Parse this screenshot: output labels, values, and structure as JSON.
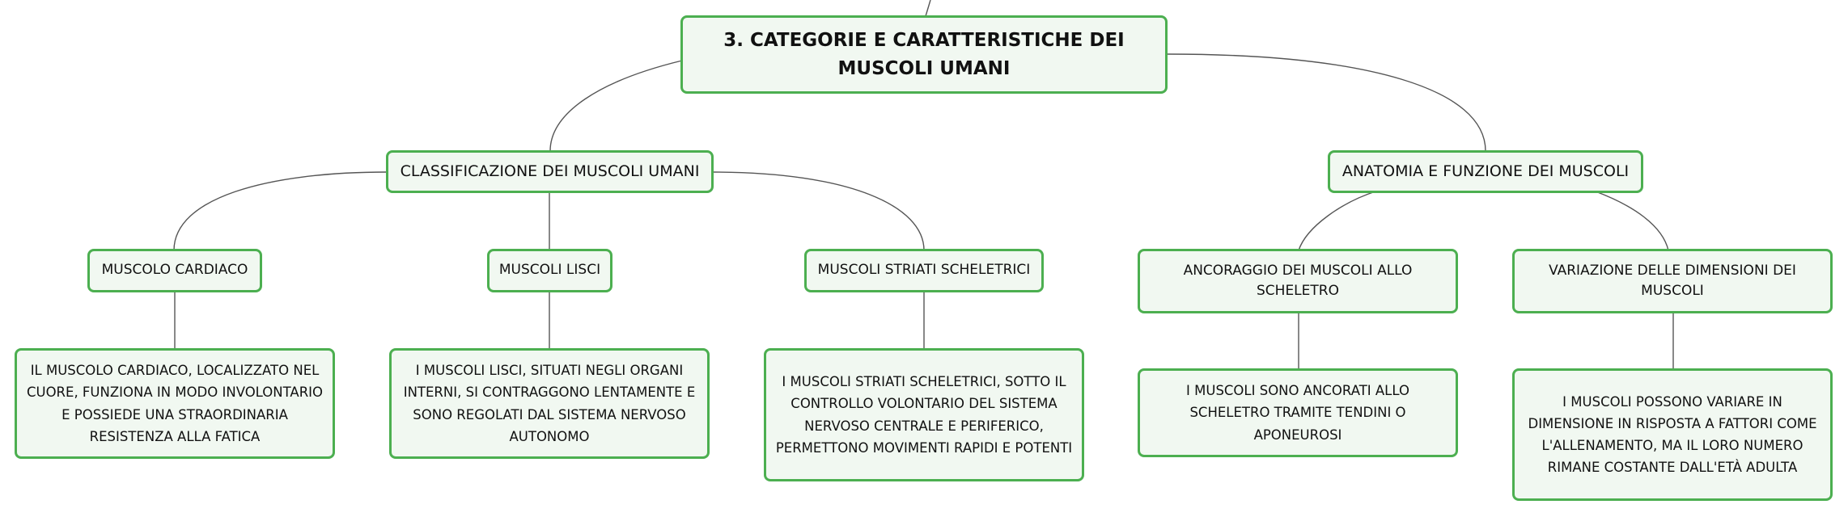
{
  "diagram": {
    "root": {
      "id": "root",
      "text": "3. CATEGORIE E CARATTERISTICHE DEI MUSCOLI UMANI"
    },
    "groups": [
      {
        "id": "classificazione",
        "text": "CLASSIFICAZIONE DEI MUSCOLI UMANI",
        "items": [
          {
            "id": "cardiaco",
            "text": "MUSCOLO CARDIACO",
            "detail": "IL MUSCOLO CARDIACO, LOCALIZZATO NEL CUORE, FUNZIONA IN MODO INVOLONTARIO E POSSIEDE UNA STRAORDINARIA RESISTENZA ALLA FATICA"
          },
          {
            "id": "lisci",
            "text": "MUSCOLI LISCI",
            "detail": "I MUSCOLI LISCI, SITUATI NEGLI ORGANI INTERNI, SI CONTRAGGONO LENTAMENTE E SONO REGOLATI DAL SISTEMA NERVOSO AUTONOMO"
          },
          {
            "id": "striati",
            "text": "MUSCOLI STRIATI SCHELETRICI",
            "detail": "I MUSCOLI STRIATI SCHELETRICI, SOTTO IL CONTROLLO VOLONTARIO DEL SISTEMA NERVOSO CENTRALE E PERIFERICO, PERMETTONO MOVIMENTI RAPIDI E POTENTI"
          }
        ]
      },
      {
        "id": "anatomia",
        "text": "ANATOMIA E FUNZIONE DEI MUSCOLI",
        "items": [
          {
            "id": "ancoraggio",
            "text": "ANCORAGGIO DEI MUSCOLI ALLO SCHELETRO",
            "detail": "I MUSCOLI SONO ANCORATI ALLO SCHELETRO TRAMITE TENDINI O APONEUROSI"
          },
          {
            "id": "variazione",
            "text": "VARIAZIONE DELLE DIMENSIONI DEI MUSCOLI",
            "detail": "I MUSCOLI POSSONO VARIARE IN DIMENSIONE IN RISPOSTA A FATTORI COME L'ALLENAMENTO, MA IL LORO NUMERO RIMANE COSTANTE DALL'ETÀ ADULTA"
          }
        ]
      }
    ]
  },
  "colors": {
    "node_border": "#4caf50",
    "node_fill": "#f1f8f1",
    "connector": "#555555",
    "text": "#111111"
  }
}
